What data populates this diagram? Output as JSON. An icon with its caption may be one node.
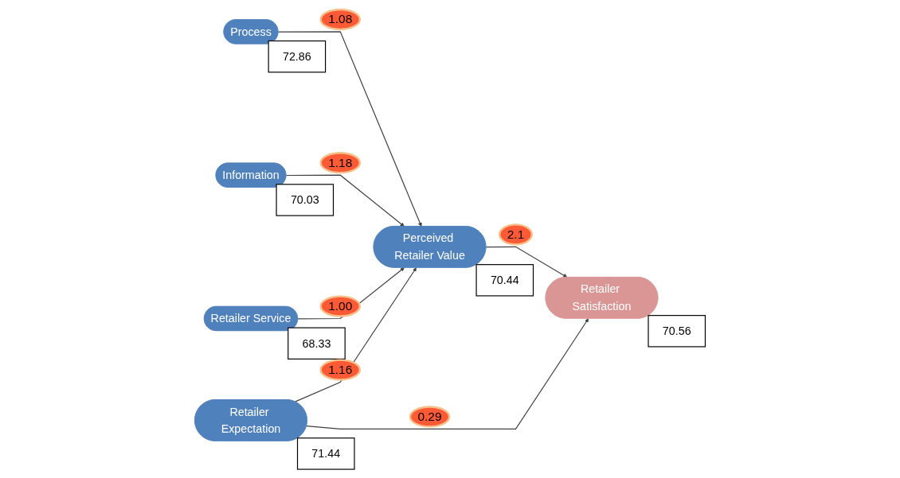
{
  "diagram": {
    "nodes": [
      {
        "text": [
          "Process"
        ],
        "beside": [
          "72.86"
        ]
      },
      {
        "text": [
          "Perceived Retailer Value"
        ],
        "beside": [
          "70.44"
        ]
      },
      {
        "text": [
          "Information"
        ],
        "beside": [
          "70.03"
        ]
      },
      {
        "text": [
          "Retailer Satisfaction"
        ],
        "beside": [
          "70.56"
        ]
      },
      {
        "text": [
          "Retailer Service"
        ],
        "beside": [
          "68.33"
        ]
      },
      {
        "text": [
          "Retailer Expectation"
        ],
        "beside": [
          "71.44"
        ]
      }
    ],
    "edges": [
      {
        "from": 0,
        "to": 1,
        "arrow": "to",
        "label": "1.08"
      },
      {
        "from": 2,
        "to": 1,
        "arrow": "to",
        "label": "1.18"
      },
      {
        "from": 4,
        "to": 1,
        "arrow": "to",
        "label": "1.00"
      },
      {
        "from": 5,
        "to": 1,
        "arrow": "to",
        "label": "1.16"
      },
      {
        "from": 1,
        "to": 3,
        "arrow": "to",
        "label": "2.1"
      },
      {
        "from": 5,
        "to": 3,
        "arrow": "to",
        "label": "0.29"
      }
    ]
  }
}
